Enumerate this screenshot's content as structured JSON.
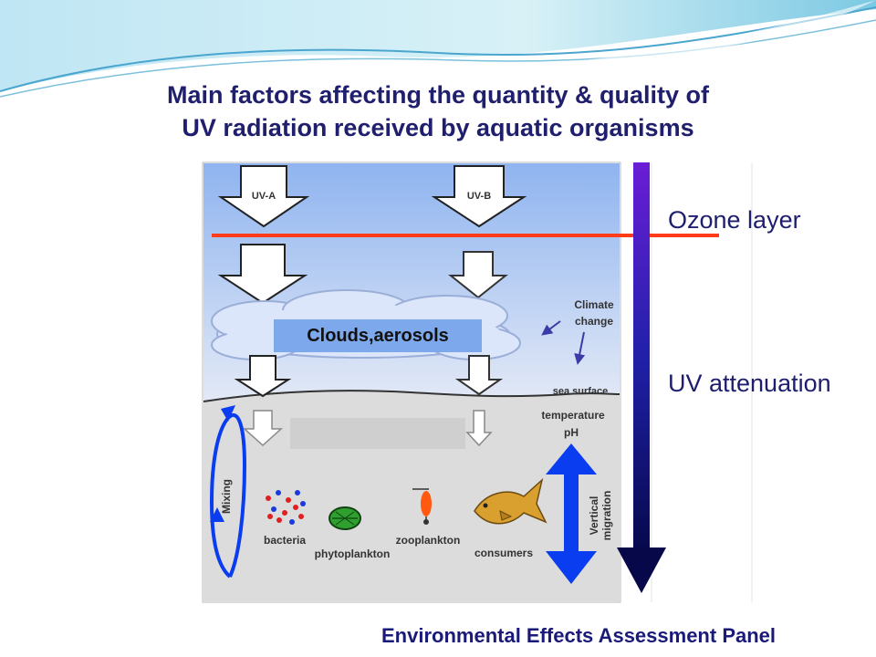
{
  "title": {
    "line1": "Main factors affecting the quantity & quality of",
    "line2": "UV radiation received by aquatic organisms"
  },
  "diagram": {
    "arrows": {
      "uva": "UV-A",
      "uvb": "UV-B"
    },
    "clouds_label": "Clouds,aerosols",
    "climate_change": {
      "line1": "Climate",
      "line2": "change"
    },
    "sea_surface": "sea surface",
    "temperature": "temperature",
    "ph": "pH",
    "mixing": "Mixing",
    "vertical_migration": {
      "line1": "Vertical",
      "line2": "migration"
    },
    "organisms": {
      "bacteria": "bacteria",
      "phytoplankton": "phytoplankton",
      "zooplankton": "zooplankton",
      "consumers": "consumers"
    }
  },
  "side_labels": {
    "ozone": "Ozone layer",
    "attenuation": "UV attenuation"
  },
  "footer": "Environmental Effects Assessment Panel",
  "colors": {
    "title": "#1f1f6e",
    "sky_top": "#8fb4f0",
    "sky_bottom": "#e4eaf6",
    "water": "#dcdcdc",
    "ozone_line": "#ff3b1a",
    "attenuation_top": "#6a1ed6",
    "attenuation_bottom": "#06084a",
    "migration_arrow": "#0a3cf0",
    "fish": "#d9a030"
  }
}
